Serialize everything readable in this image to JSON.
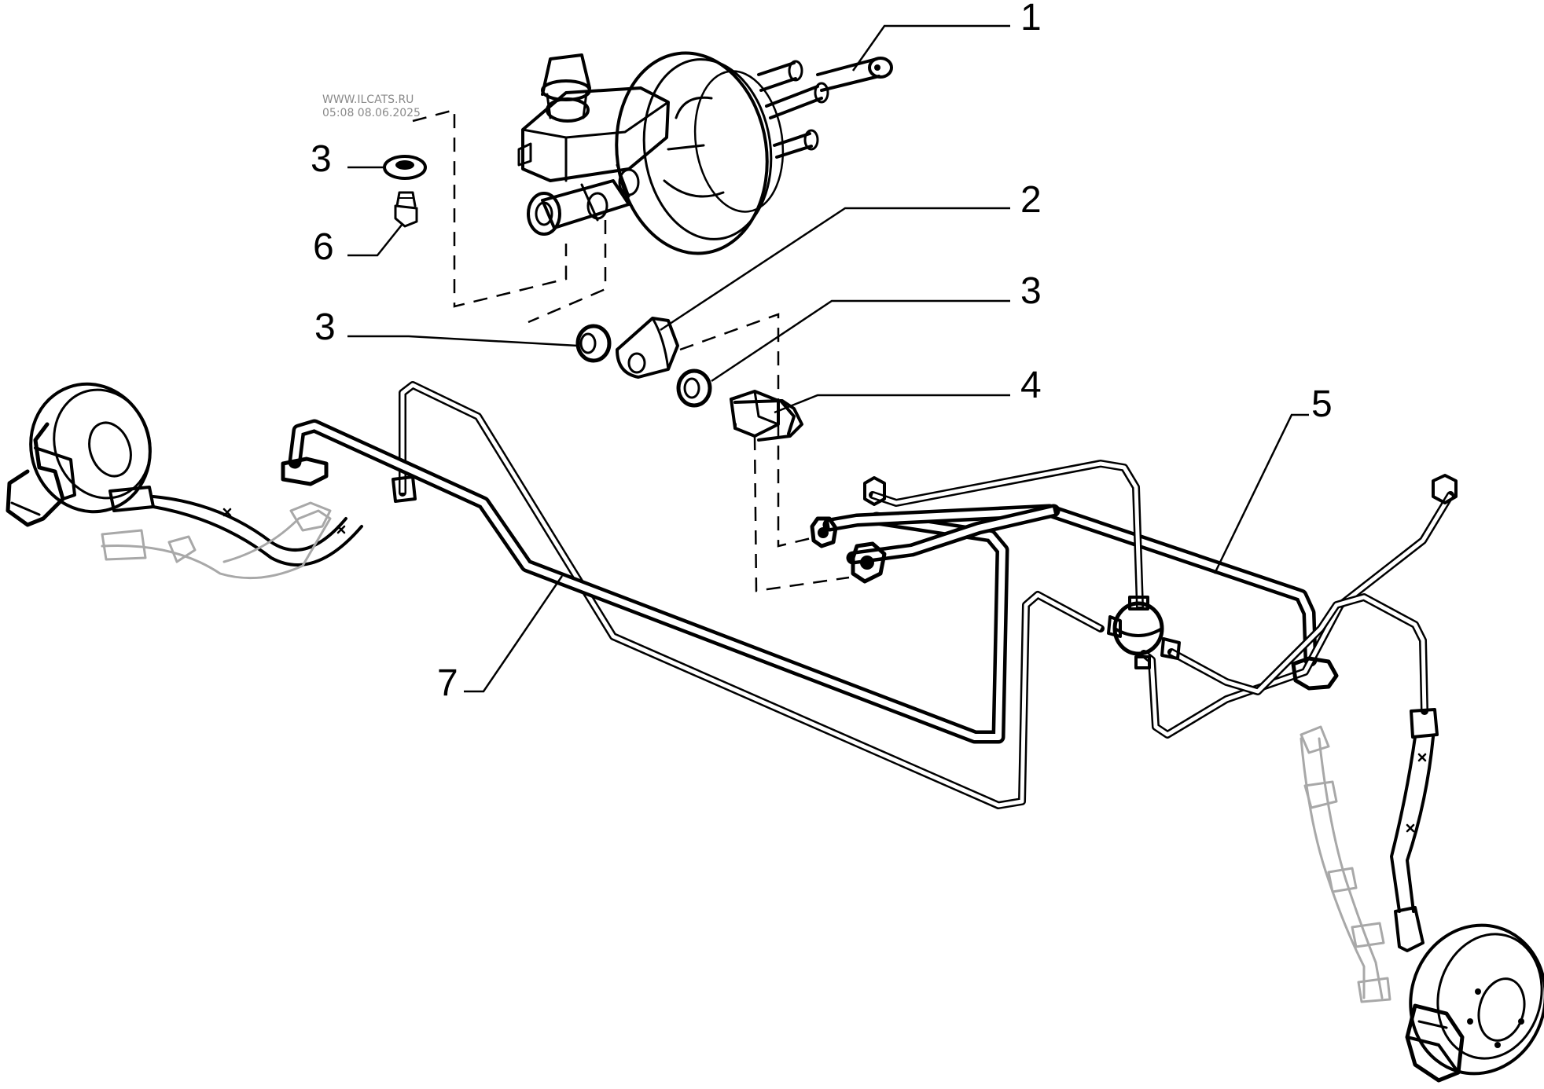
{
  "watermark": {
    "line1": "WWW.ILCATS.RU",
    "line2": "05:08 08.06.2025"
  },
  "callouts": [
    {
      "id": "1",
      "label": "1"
    },
    {
      "id": "2",
      "label": "2"
    },
    {
      "id": "3a",
      "label": "3"
    },
    {
      "id": "3b",
      "label": "3"
    },
    {
      "id": "3c",
      "label": "3"
    },
    {
      "id": "4",
      "label": "4"
    },
    {
      "id": "5",
      "label": "5"
    },
    {
      "id": "6",
      "label": "6"
    },
    {
      "id": "7",
      "label": "7"
    }
  ],
  "parts": [
    "brake-booster",
    "master-cylinder",
    "reservoir",
    "washer",
    "bleed-screw",
    "banjo-fitting",
    "banjo-bolt",
    "brake-line-front-left",
    "brake-line-front-right",
    "brake-line-rear",
    "four-way-junction",
    "front-left-brake-disc",
    "front-right-brake-disc",
    "flexible-brake-hose-left",
    "flexible-brake-hose-right"
  ]
}
